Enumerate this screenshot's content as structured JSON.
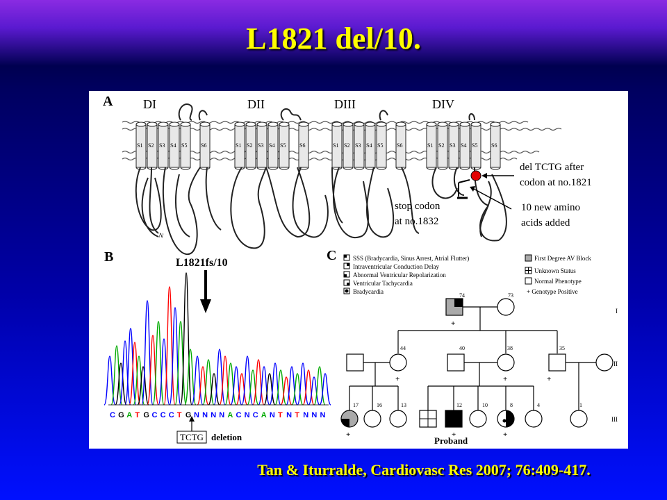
{
  "slide": {
    "title": "L1821 del/10.",
    "citation": "Tan & Iturralde, Cardiovasc Res 2007; 76:409-417."
  },
  "panel_a": {
    "label": "A",
    "domains": [
      "DI",
      "DII",
      "DIII",
      "DIV"
    ],
    "segments": [
      "S1",
      "S2",
      "S3",
      "S4",
      "S5",
      "S6"
    ],
    "n_term": "N",
    "annotation_deletion": [
      "del TCTG after",
      "codon at no.1821"
    ],
    "annotation_stop": [
      "stop codon",
      "at no.1832"
    ],
    "annotation_new": [
      "10 new amino",
      "acids added"
    ]
  },
  "panel_b": {
    "label": "B",
    "arrow_label": "L1821fs/10",
    "sequence": [
      "C",
      "G",
      "A",
      "T",
      "G",
      "C",
      "C",
      "C",
      "T",
      "G",
      "N",
      "N",
      "N",
      "N",
      "A",
      "C",
      "N",
      "C",
      "A",
      "N",
      "T",
      "N",
      "T",
      "N",
      "N",
      "N"
    ],
    "deletion_box": "TCTG",
    "deletion_label": "deletion"
  },
  "panel_c": {
    "label": "C",
    "legend_left": [
      "SSS (Bradycardia, Sinus Arrest, Atrial Flutter)",
      "Intraventricular Conduction Delay",
      "Abnormal Ventricular Repolarization",
      "Ventricular Tachycardia",
      "Bradycardia"
    ],
    "legend_right": [
      "First Degree AV Block",
      "Unknown Status",
      "Normal Phenotype",
      "+  Genotype Positive"
    ],
    "generations": [
      "I",
      "II",
      "III"
    ],
    "gen1_ages": [
      "74",
      "73"
    ],
    "gen2_ages": [
      "44",
      "40",
      "38",
      "35"
    ],
    "gen3_ages": [
      "17",
      "16",
      "13",
      "12",
      "10",
      "8",
      "4",
      "1"
    ],
    "proband_label": "Proband",
    "plus": "+"
  }
}
